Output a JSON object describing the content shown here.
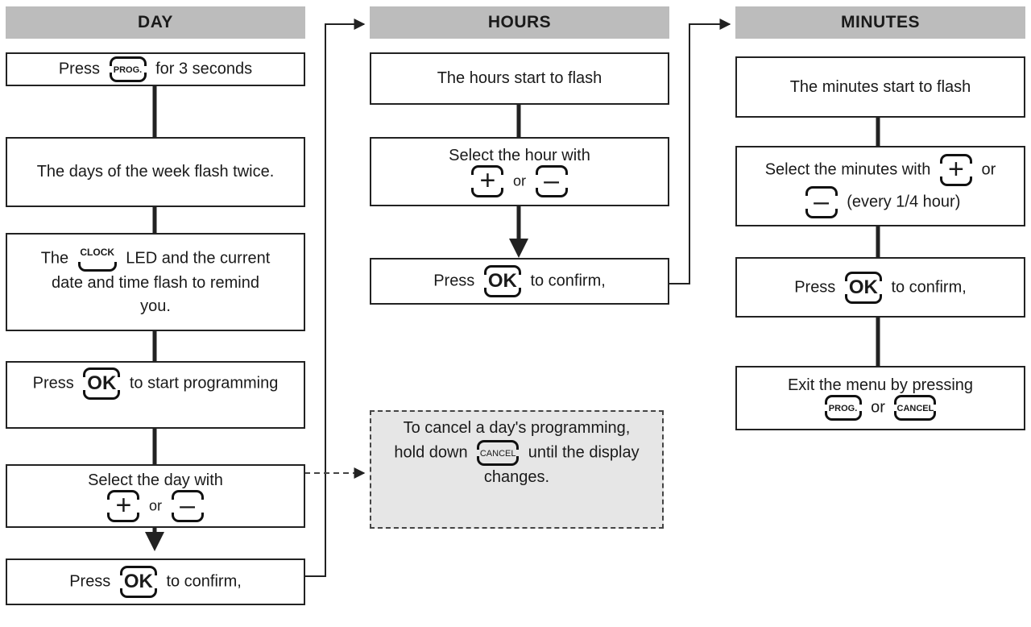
{
  "headers": {
    "day": "DAY",
    "hours": "HOURS",
    "minutes": "MINUTES"
  },
  "day": {
    "s1": {
      "pre": "Press",
      "btn": "PROG.",
      "post": "for 3 seconds"
    },
    "s2": "The days of the week flash twice.",
    "s3": {
      "pre": "The",
      "btn": "CLOCK",
      "post": "LED and the current",
      "line2": "date and time flash to remind",
      "line3": "you."
    },
    "s4": {
      "pre": "Press",
      "btn": "OK",
      "post": "to start programming"
    },
    "s5": {
      "line1": "Select the day with",
      "plus": "+",
      "or": "or",
      "minus": "–"
    },
    "s6": {
      "pre": "Press",
      "btn": "OK",
      "post": "to confirm,"
    }
  },
  "note": {
    "line1": "To cancel a day's programming,",
    "pre": "hold down",
    "btn": "CANCEL",
    "post": "until the display",
    "line3": "changes."
  },
  "hours": {
    "s1": "The hours start to flash",
    "s2": {
      "line1": "Select the hour with",
      "plus": "+",
      "or": "or",
      "minus": "–"
    },
    "s3": {
      "pre": "Press",
      "btn": "OK",
      "post": "to confirm,"
    }
  },
  "minutes": {
    "s1": "The minutes start to flash",
    "s2": {
      "pre": "Select the minutes with",
      "plus": "+",
      "or": "or",
      "minus": "–",
      "post": "(every 1/4 hour)"
    },
    "s3": {
      "pre": "Press",
      "btn": "OK",
      "post": "to confirm,"
    },
    "s4": {
      "line1": "Exit the menu by pressing",
      "btn1": "PROG.",
      "or": "or",
      "btn2": "CANCEL"
    }
  },
  "colors": {
    "header": "#bcbcbc",
    "note_bg": "#e6e6e6",
    "line": "#222222"
  }
}
